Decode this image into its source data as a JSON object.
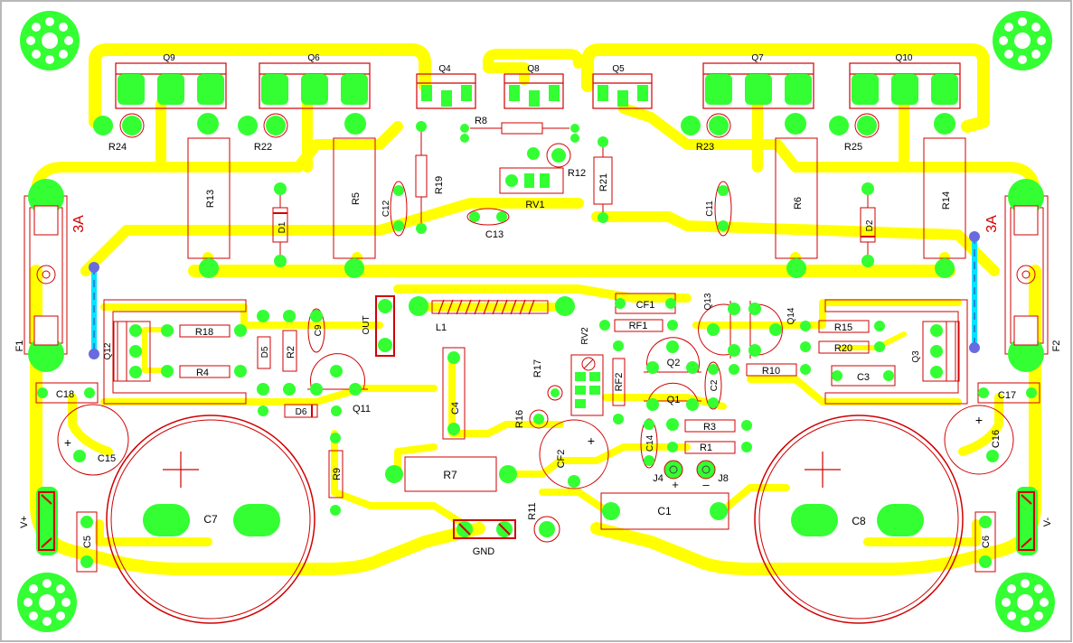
{
  "colors": {
    "background": "#ffffff",
    "border": "#b8b8b8",
    "trace": "#ffff00",
    "pad": "#33ff33",
    "silkscreen": "#d10000",
    "label": "#000000",
    "jumper": "#00e5ff",
    "jumper_end": "#6a6ae0",
    "mounting_hole": "#33ff33"
  },
  "labels": {
    "Q9": "Q9",
    "Q6": "Q6",
    "Q4": "Q4",
    "Q8": "Q8",
    "Q5": "Q5",
    "Q7": "Q7",
    "Q10": "Q10",
    "R24": "R24",
    "R22": "R22",
    "R8": "R8",
    "R12": "R12",
    "R23": "R23",
    "R25": "R25",
    "R13": "R13",
    "D1": "D1",
    "R5": "R5",
    "C12": "C12",
    "R19": "R19",
    "RV1": "RV1",
    "R21": "R21",
    "C13": "C13",
    "C11": "C11",
    "R6": "R6",
    "D2": "D2",
    "R14": "R14",
    "fuse_left_rating": "3A",
    "fuse_right_rating": "3A",
    "F1": "F1",
    "F2": "F2",
    "OUT": "OUT",
    "L1": "L1",
    "CF1": "CF1",
    "RF1": "RF1",
    "Q13": "Q13",
    "Q14": "Q14",
    "R15": "R15",
    "R20": "R20",
    "R10": "R10",
    "C3": "C3",
    "Q3": "Q3",
    "Q12": "Q12",
    "R18": "R18",
    "R4": "R4",
    "D5": "D5",
    "R2": "R2",
    "C9": "C9",
    "RV2": "RV2",
    "R17": "R17",
    "RF2": "RF2",
    "Q2": "Q2",
    "C2": "C2",
    "Q1": "Q1",
    "C18": "C18",
    "C17": "C17",
    "D6": "D6",
    "Q11": "Q11",
    "C4": "C4",
    "R16": "R16",
    "CF2": "CF2",
    "C14": "C14",
    "R3": "R3",
    "R1": "R1",
    "C16": "C16",
    "C15": "C15",
    "J4": "J4",
    "J8": "J8",
    "J4_sign": "+",
    "J8_sign": "–",
    "R9": "R9",
    "R7": "R7",
    "C1": "C1",
    "C7": "C7",
    "C8": "C8",
    "C5": "C5",
    "C6": "C6",
    "R11": "R11",
    "GND": "GND",
    "V_plus": "V+",
    "V_minus": "V-",
    "cap_plus": "+"
  }
}
